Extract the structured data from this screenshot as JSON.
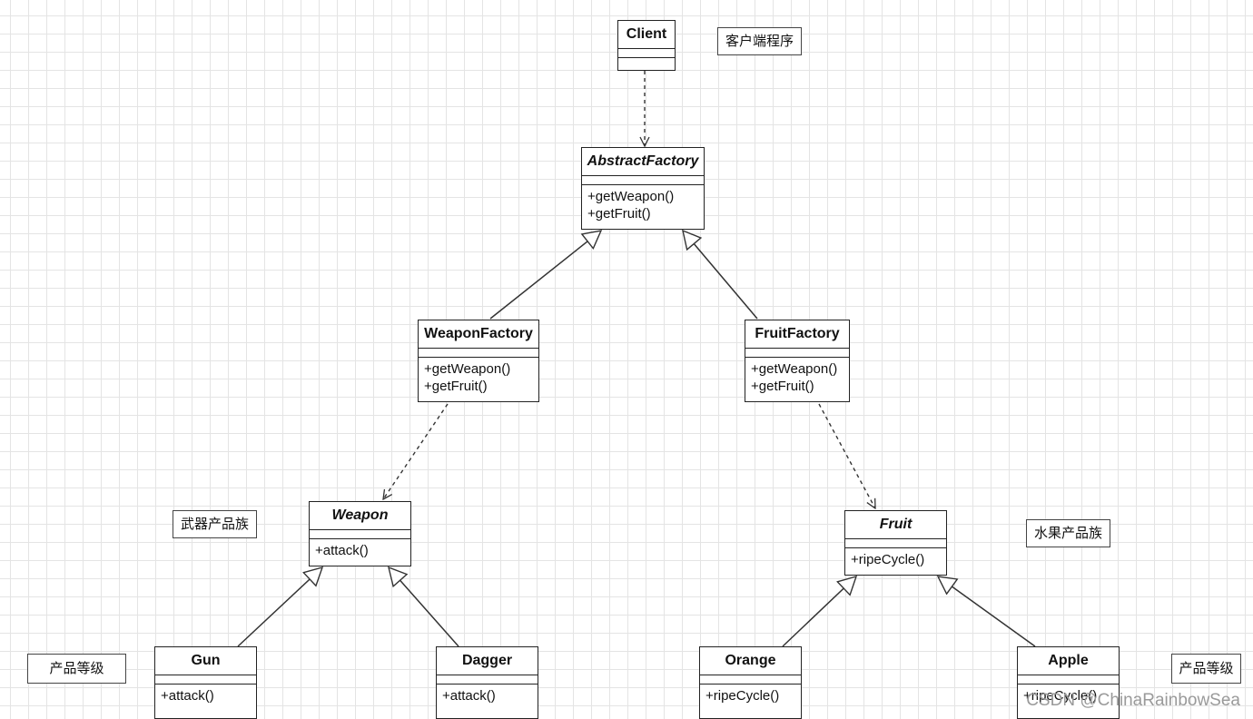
{
  "classes": {
    "client": {
      "name": "Client",
      "methods": []
    },
    "abstract_factory": {
      "name": "AbstractFactory",
      "methods": [
        "+getWeapon()",
        "+getFruit()"
      ]
    },
    "weapon_factory": {
      "name": "WeaponFactory",
      "methods": [
        "+getWeapon()",
        "+getFruit()"
      ]
    },
    "fruit_factory": {
      "name": "FruitFactory",
      "methods": [
        "+getWeapon()",
        "+getFruit()"
      ]
    },
    "weapon": {
      "name": "Weapon",
      "methods": [
        "+attack()"
      ]
    },
    "fruit": {
      "name": "Fruit",
      "methods": [
        "+ripeCycle()"
      ]
    },
    "gun": {
      "name": "Gun",
      "methods": [
        "+attack()"
      ]
    },
    "dagger": {
      "name": "Dagger",
      "methods": [
        "+attack()"
      ]
    },
    "orange": {
      "name": "Orange",
      "methods": [
        "+ripeCycle()"
      ]
    },
    "apple": {
      "name": "Apple",
      "methods": [
        "+ripeCycle()"
      ]
    }
  },
  "notes": {
    "client_program": "客户端程序",
    "weapon_family": "武器产品族",
    "fruit_family": "水果产品族",
    "product_level_left": "产品等级",
    "product_level_right": "产品等级"
  },
  "watermark": "CSDN @ChinaRainbowSea"
}
